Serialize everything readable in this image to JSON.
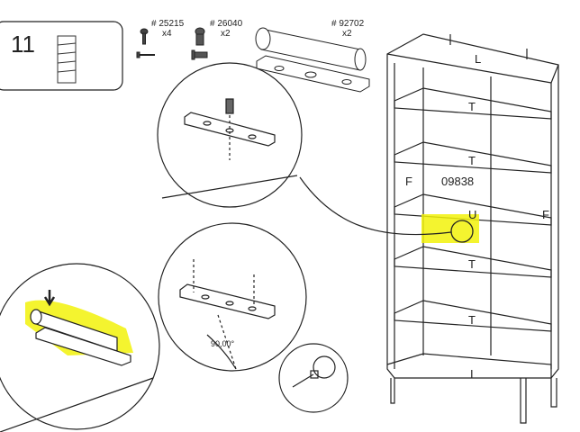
{
  "step": {
    "number": "11"
  },
  "parts": [
    {
      "code": "# 25215",
      "qty": "x4",
      "icon": "wood-screw-icon"
    },
    {
      "code": "# 26040",
      "qty": "x2",
      "icon": "euro-screw-icon"
    },
    {
      "code": "# 92702",
      "qty": "x2",
      "icon": "push-latch-icon"
    }
  ],
  "bookcase": {
    "top_label": "L",
    "shelf_labels": [
      "T",
      "T",
      "T",
      "T"
    ],
    "side_left_label": "F",
    "side_right_label": "F",
    "part_number": "09838",
    "fixed_shelf_label": "U",
    "bottom_label": "I"
  },
  "detail": {
    "angle": "90,00°"
  },
  "colors": {
    "highlight": "#f2f20a",
    "line": "#222222"
  }
}
